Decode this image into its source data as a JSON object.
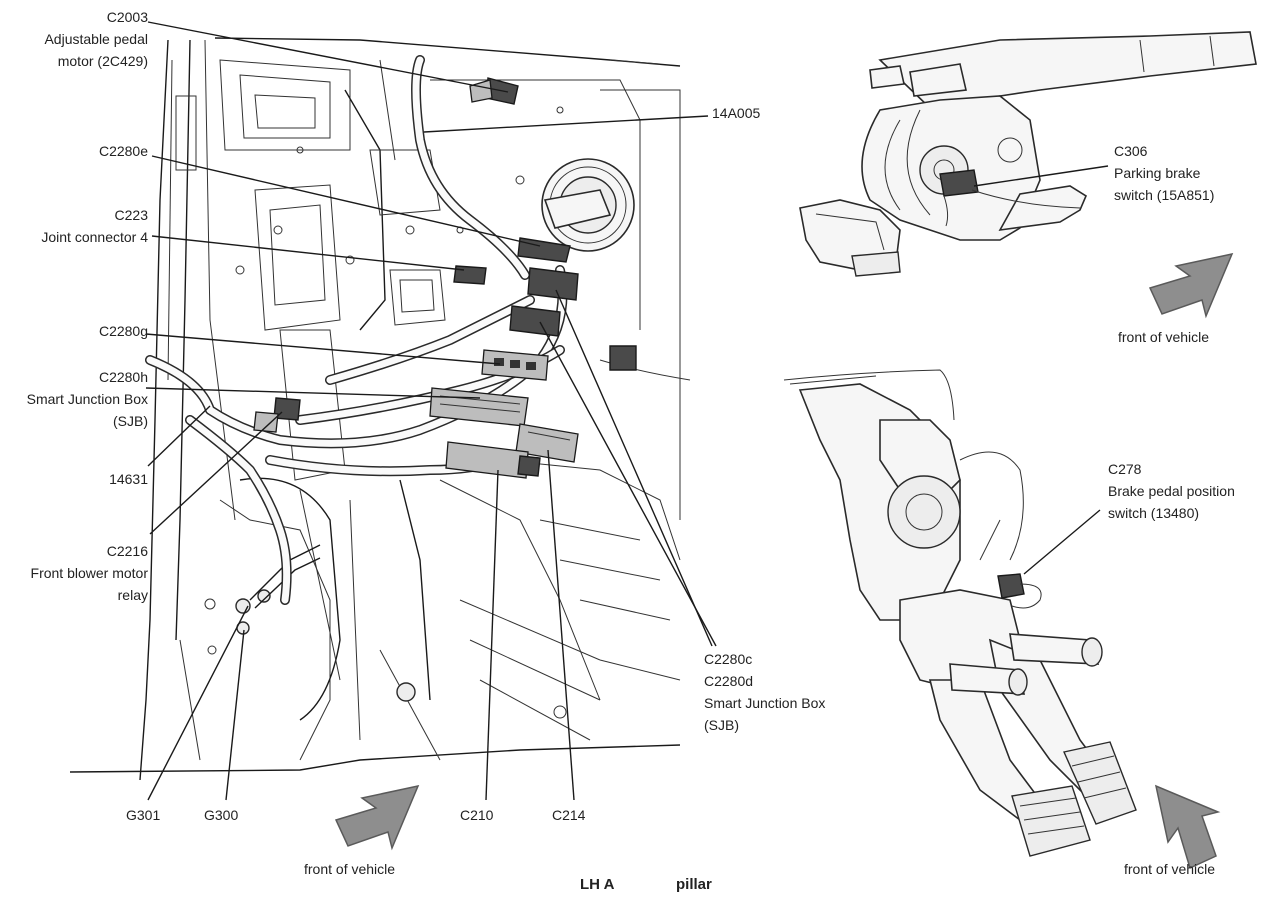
{
  "labels": {
    "c2003": [
      "C2003",
      "Adjustable pedal",
      "motor (2C429)"
    ],
    "a14a005": "14A005",
    "c2280e": "C2280e",
    "c223": [
      "C223",
      "Joint connector 4"
    ],
    "c2280g": "C2280g",
    "c2280h": [
      "C2280h",
      "Smart Junction Box",
      "(SJB)"
    ],
    "a14631": "14631",
    "c2216": [
      "C2216",
      "Front blower motor",
      "relay"
    ],
    "g301": "G301",
    "g300": "G300",
    "c210": "C210",
    "c214": "C214",
    "c2280cd": [
      "C2280c",
      "C2280d",
      "Smart Junction Box",
      "(SJB)"
    ],
    "c306": [
      "C306",
      "Parking brake",
      "switch (15A851)"
    ],
    "c278": [
      "C278",
      "Brake pedal position",
      "switch (13480)"
    ]
  },
  "direction_labels": {
    "left": "front of vehicle",
    "top_right": "front of vehicle",
    "bottom_right": "front of vehicle"
  },
  "footer": {
    "left": "LH A",
    "right": "pillar"
  },
  "colors": {
    "arrow_fill": "#8e8e8e",
    "line": "#1a1a1a"
  }
}
